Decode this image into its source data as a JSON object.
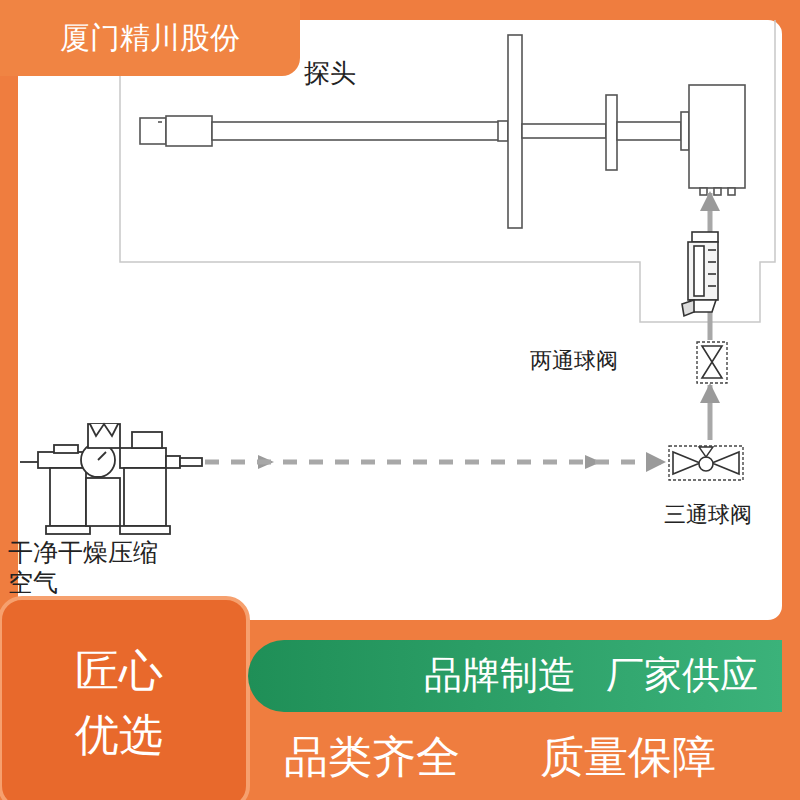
{
  "diagram": {
    "nodes": [
      {
        "text": [
          "厦门精川股份"
        ]
      },
      {
        "text": [
          "探头"
        ]
      },
      {
        "text": [
          "两通球阀"
        ]
      },
      {
        "text": [
          "三通球阀"
        ]
      },
      {
        "text": [
          "干净干燥压缩空气"
        ]
      },
      {
        "text": [
          "匠心 优选"
        ]
      },
      {
        "text": [
          "品牌制造",
          "厂家供应"
        ]
      }
    ],
    "edges": [
      {
        "from": 4,
        "to": 3,
        "arrow": "to"
      },
      {
        "from": 3,
        "to": 2,
        "arrow": "to"
      },
      {
        "from": 2,
        "to": 1,
        "arrow": "to"
      }
    ],
    "labels": [
      "品类齐全",
      "质量保障"
    ]
  }
}
